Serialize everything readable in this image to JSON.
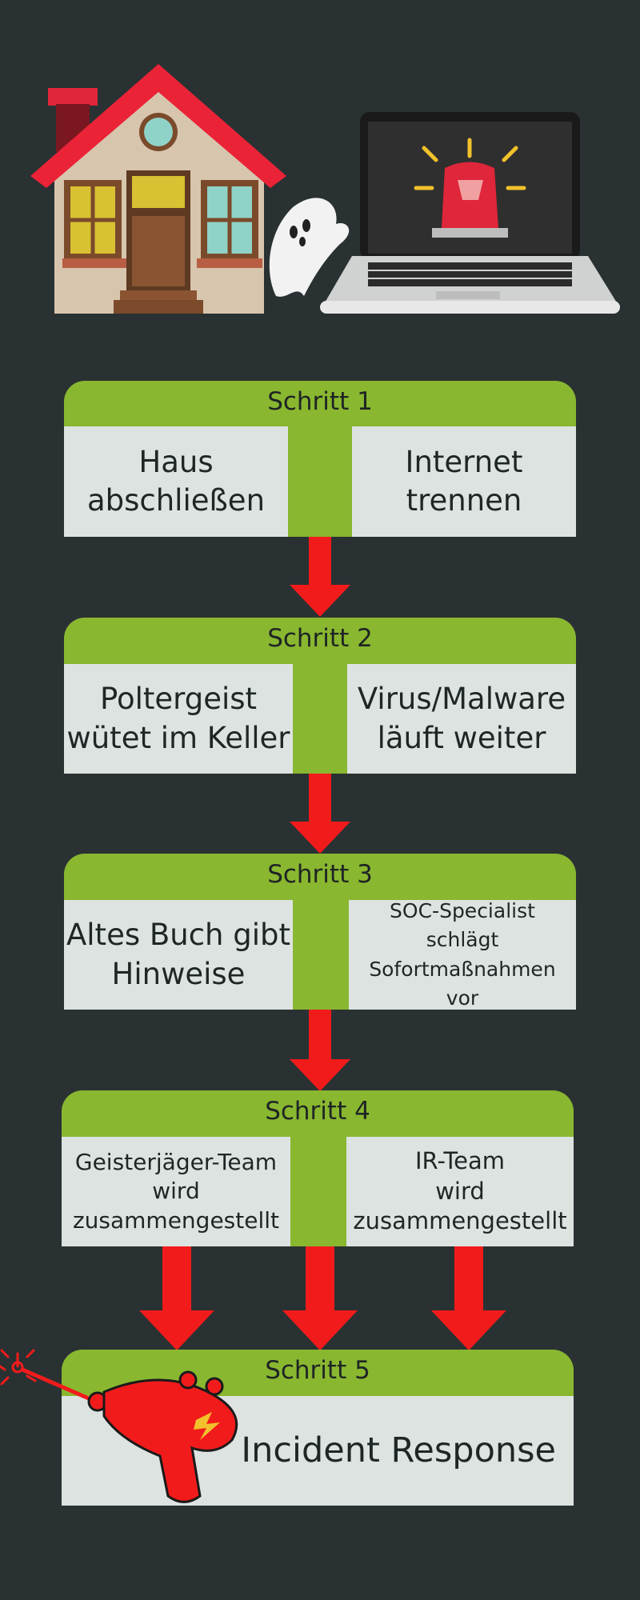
{
  "steps": [
    {
      "title": "Schritt 1",
      "left": "Haus\nabschließen",
      "right": "Internet\ntrennen"
    },
    {
      "title": "Schritt 2",
      "left": "Poltergeist\nwütet im Keller",
      "right": "Virus/Malware\nläuft weiter"
    },
    {
      "title": "Schritt 3",
      "left": "Altes Buch gibt\nHinweise",
      "right": "SOC-Specialist\nschlägt\nSofortmaßnahmen\nvor"
    },
    {
      "title": "Schritt 4",
      "left": "Geisterjäger-Team\nwird\nzusammengestellt",
      "right": "IR-Team\nwird\nzusammengestellt"
    },
    {
      "title": "Schritt 5",
      "main": "Incident Response"
    }
  ],
  "colors": {
    "background": "#2a3132",
    "green": "#89b730",
    "box": "#dde3e1",
    "arrow": "#f21b1b"
  },
  "icons": [
    "house-icon",
    "ghost-icon",
    "laptop-alarm-icon",
    "ray-gun-icon"
  ]
}
